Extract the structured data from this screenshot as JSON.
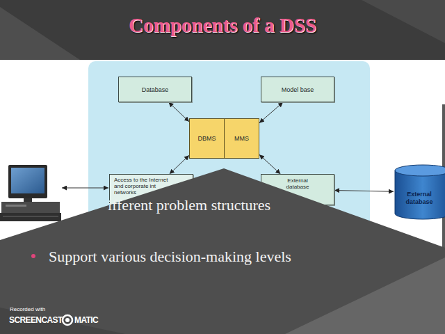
{
  "diagram": {
    "title": "Components of a DSS",
    "nodes": [
      {
        "text": [
          "Database"
        ]
      },
      {
        "text": [
          "Model base"
        ]
      },
      {
        "text": [
          "DBMS"
        ]
      },
      {
        "text": [
          "MMS"
        ]
      },
      {
        "text": [
          "Access to the Internet and corporate int networks"
        ]
      },
      {
        "text": [
          "External database"
        ]
      },
      {
        "text": [
          "External database"
        ]
      },
      {
        "text": [
          "ifferent problem structures",
          "Support various decision-making levels"
        ]
      }
    ],
    "edges": [
      {
        "from": 0,
        "to": 2,
        "arrow": "both"
      },
      {
        "from": 1,
        "to": 3,
        "arrow": "both"
      },
      {
        "from": 4,
        "to": 2,
        "arrow": "both"
      },
      {
        "from": 5,
        "to": 3,
        "arrow": "both"
      },
      {
        "from": 5,
        "to": 6,
        "arrow": "both"
      }
    ],
    "labels": [
      "Recorded with",
      "SCREENCAST",
      "MATIC"
    ]
  }
}
